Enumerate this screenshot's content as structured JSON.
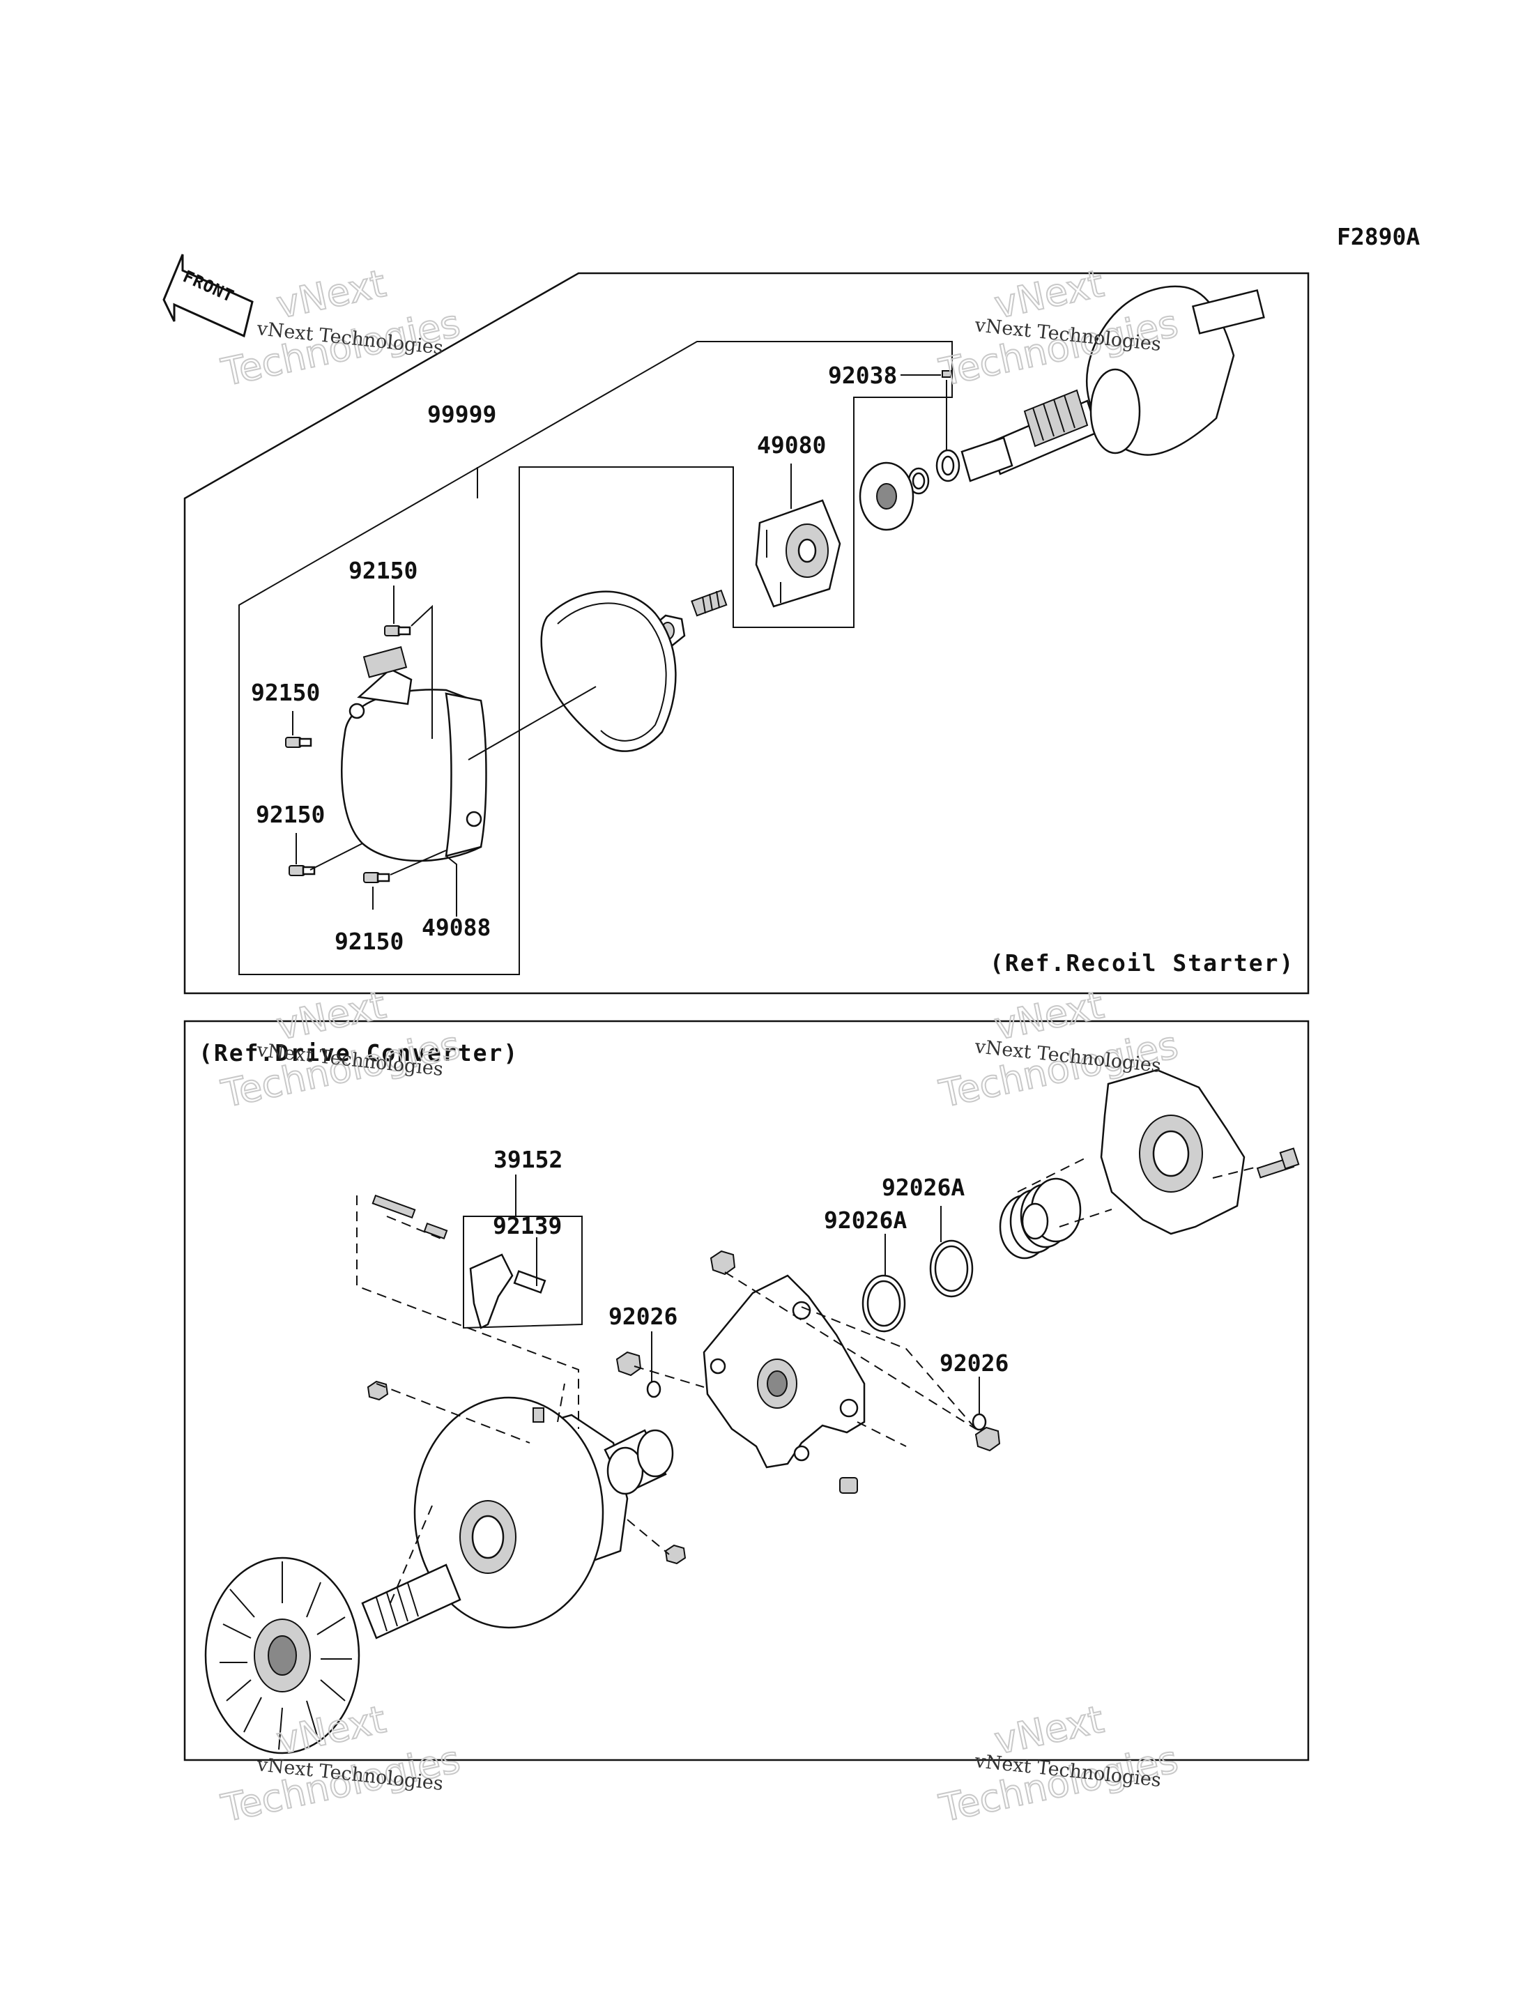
{
  "figure_code": "F2890A",
  "front_marker": "FRONT",
  "watermark": {
    "small": "vNext Technologies",
    "big_line1": "vNext",
    "big_line2": "Technologies"
  },
  "panels": {
    "recoil": {
      "ref_label": "(Ref.Recoil Starter)"
    },
    "drive": {
      "ref_label": "(Ref.Drive Converter)"
    }
  },
  "callouts": {
    "p99999": "99999",
    "p92038": "92038",
    "p49080": "49080",
    "p92150_top": "92150",
    "p92150_left": "92150",
    "p92150_lower": "92150",
    "p92150_bottom": "92150",
    "p49088": "49088",
    "p39152": "39152",
    "p92139": "92139",
    "p92026_left": "92026",
    "p92026A_upper": "92026A",
    "p92026A_lower": "92026A",
    "p92026_right": "92026"
  }
}
